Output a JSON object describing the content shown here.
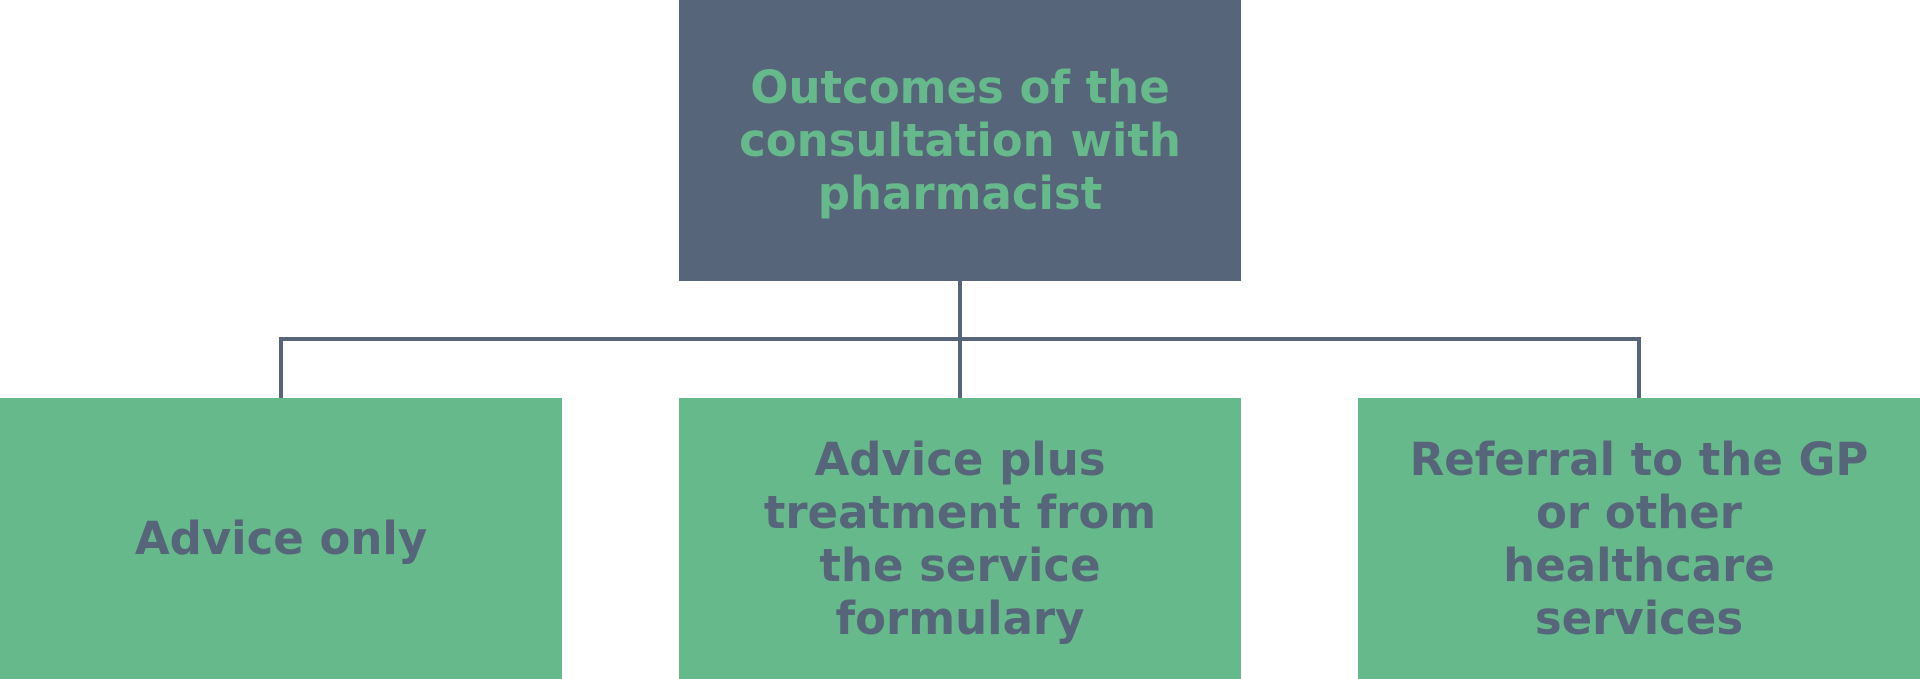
{
  "colors": {
    "root_fill": "#566579",
    "root_text": "#66b98a",
    "child_fill": "#66b98a",
    "child_text": "#566579",
    "connector": "#566579"
  },
  "diagram": {
    "root": {
      "label": "Outcomes of the consultation with pharmacist"
    },
    "children": [
      {
        "label": "Advice only"
      },
      {
        "label": "Advice plus treatment from the service formulary"
      },
      {
        "label": "Referral to the GP or other healthcare services"
      }
    ]
  }
}
